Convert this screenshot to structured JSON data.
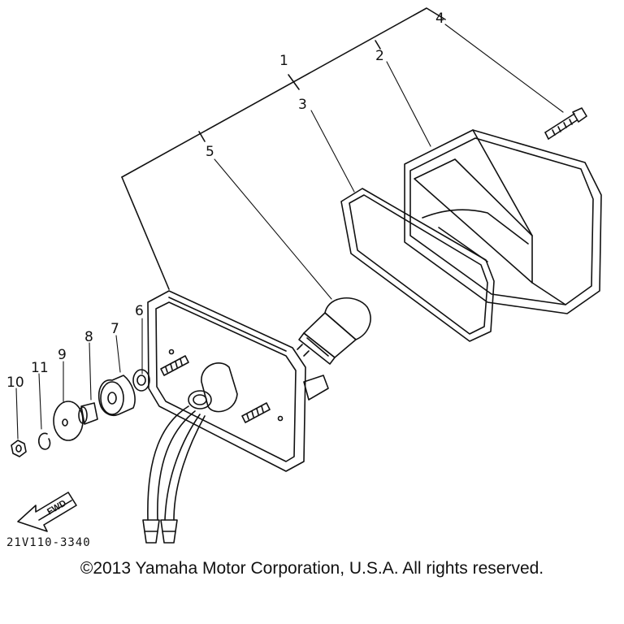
{
  "callouts": {
    "c1": "1",
    "c2": "2",
    "c3": "3",
    "c4": "4",
    "c5": "5",
    "c6": "6",
    "c7": "7",
    "c8": "8",
    "c9": "9",
    "c10": "10",
    "c11": "11"
  },
  "fwd_label": "FWD",
  "part_code": "21V110-3340",
  "copyright": "©2013 Yamaha Motor Corporation, U.S.A. All rights reserved."
}
